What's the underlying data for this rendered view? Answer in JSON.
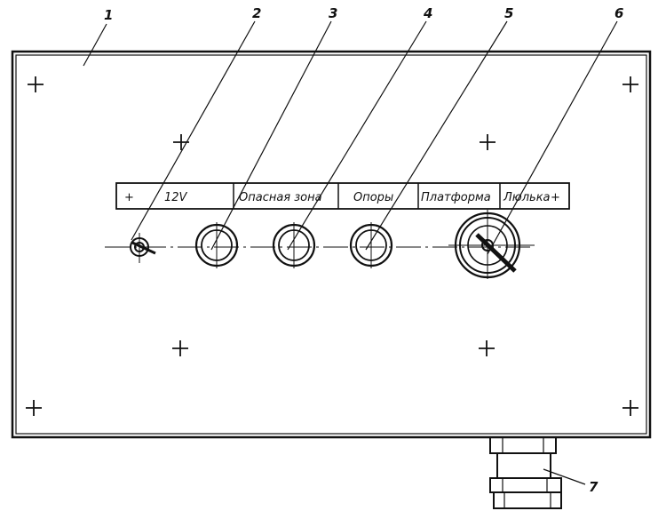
{
  "callouts": [
    "1",
    "2",
    "3",
    "4",
    "5",
    "6",
    "7"
  ],
  "label_strip": {
    "left_plus": "+",
    "voltage": "12V",
    "danger_zone": "Опасная зона",
    "supports": "Опоры",
    "platform": "Платформа",
    "cradle": "Люлька",
    "right_plus": "+"
  },
  "colors": {
    "ink": "#111111",
    "background": "#ffffff"
  }
}
